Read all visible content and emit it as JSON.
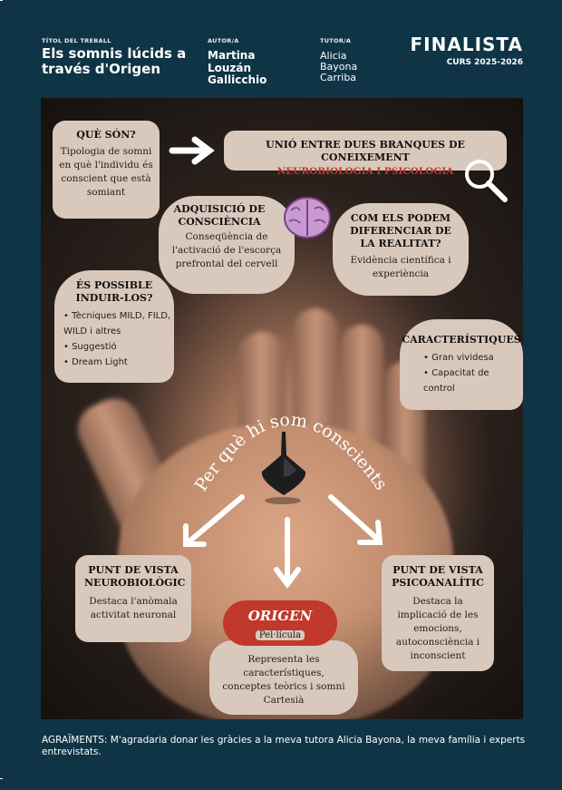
{
  "header": {
    "title_label": "TÍTOL DEL TREBALL",
    "title": "Els somnis lúcids a través d'Origen",
    "author_label": "AUTOR/A",
    "author": [
      "Martina",
      "Louzán",
      "Gallicchio"
    ],
    "tutor_label": "TUTOR/A",
    "tutor": [
      "Alicia",
      "Bayona",
      "Carriba"
    ],
    "badge": "FINALISTA",
    "course": "CURS 2025-2026"
  },
  "poster": {
    "que_son": {
      "title": "QUÈ SÓN?",
      "body": "Tipologia de somni en què l'individu és conscient que està somiant"
    },
    "unio": {
      "title": "UNIÓ ENTRE DUES BRANQUES DE CONEIXEMENT",
      "subtitle": "NEUROBIOLOGIA I PSICOLOGIA"
    },
    "adquisicio": {
      "title": "ADQUISICIÓ DE CONSCIÈNCIA",
      "body": "Conseqüència de l'activació de l'escorça prefrontal del cervell"
    },
    "diferenciar": {
      "title": "COM ELS PODEM DIFERENCIAR DE LA REALITAT?",
      "body": "Evidència científica i experiència"
    },
    "induir": {
      "title": "ÉS POSSIBLE INDUIR-LOS?",
      "items": [
        "Tècniques MILD, FILD, WILD i altres",
        "Suggestió",
        "Dream Light"
      ]
    },
    "caracteristiques": {
      "title": "CARACTERÍSTIQUES",
      "items": [
        "Gran vividesa",
        "Capacitat de control"
      ]
    },
    "question": "Per què hi som conscients?",
    "neuro": {
      "title": "PUNT DE VISTA NEUROBIOLÒGIC",
      "body": "Destaca l'anòmala activitat neuronal"
    },
    "psico": {
      "title": "PUNT DE VISTA PSICOANALÍTIC",
      "body": "Destaca la implicació de les emocions, autoconsciència i inconscient"
    },
    "origen": {
      "title": "ORIGEN",
      "subtitle": "Pel·lícula",
      "body": "Representa les característiques, conceptes teòrics i somni Cartesià"
    },
    "colors": {
      "accent_red": "#c0392b",
      "box": "#d9c8bc",
      "background": "#0f3446"
    }
  },
  "footer": {
    "text": "AGRAÏMENTS: M'agradaria donar les gràcies a la meva tutora Alicia Bayona, la meva família i experts entrevistats."
  }
}
